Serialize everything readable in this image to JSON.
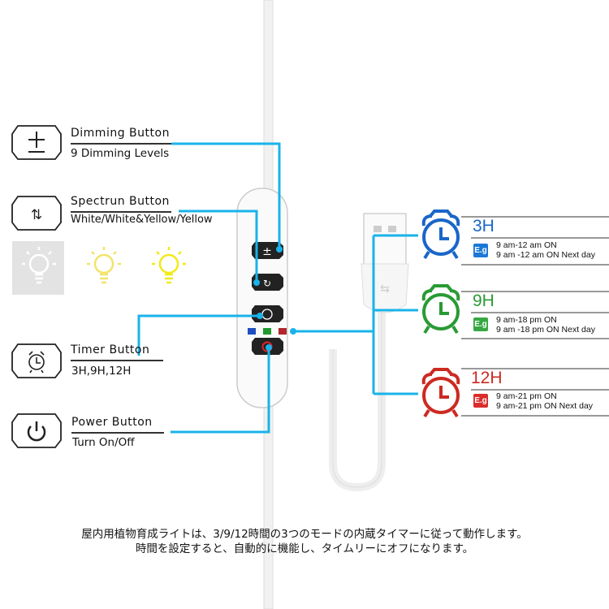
{
  "dimming": {
    "title": "Dimming Button",
    "subtitle": "9 Dimming Levels",
    "icon": "plus-minus-icon"
  },
  "spectrum": {
    "title": "Spectrun Button",
    "subtitle": "White/White&Yellow/Yellow",
    "icon": "cycle-arrows-icon"
  },
  "timer": {
    "title": "Timer Button",
    "subtitle": "3H,9H,12H",
    "icon": "alarm-clock-icon"
  },
  "power": {
    "title": "Power Button",
    "subtitle": "Turn On/Off",
    "icon": "power-icon"
  },
  "timers": [
    {
      "label": "3H",
      "badge": "E.g",
      "line1": "9 am-12 am ON",
      "line2": "9 am -12 am ON Next day",
      "color": "#1a66c9"
    },
    {
      "label": "9H",
      "badge": "E.g",
      "line1": "9 am-18 pm ON",
      "line2": "9 am -18 pm ON Next day",
      "color": "#2a9a35"
    },
    {
      "label": "12H",
      "badge": "E.g",
      "line1": "9 am-21 pm ON",
      "line2": "9 am-21 pm ON Next day",
      "color": "#cc2a22"
    }
  ],
  "colors": {
    "connector": "#19b3ea",
    "white_bulb_bg": "#e3e3e3",
    "yellow1": "#f2e36a",
    "yellow2": "#f1ea1a"
  },
  "caption": {
    "line1": "屋内用植物育成ライトは、3/9/12時間の3つのモードの内蔵タイマーに従って動作します。",
    "line2": "時間を設定すると、自動的に機能し、タイムリーにオフになります。"
  }
}
